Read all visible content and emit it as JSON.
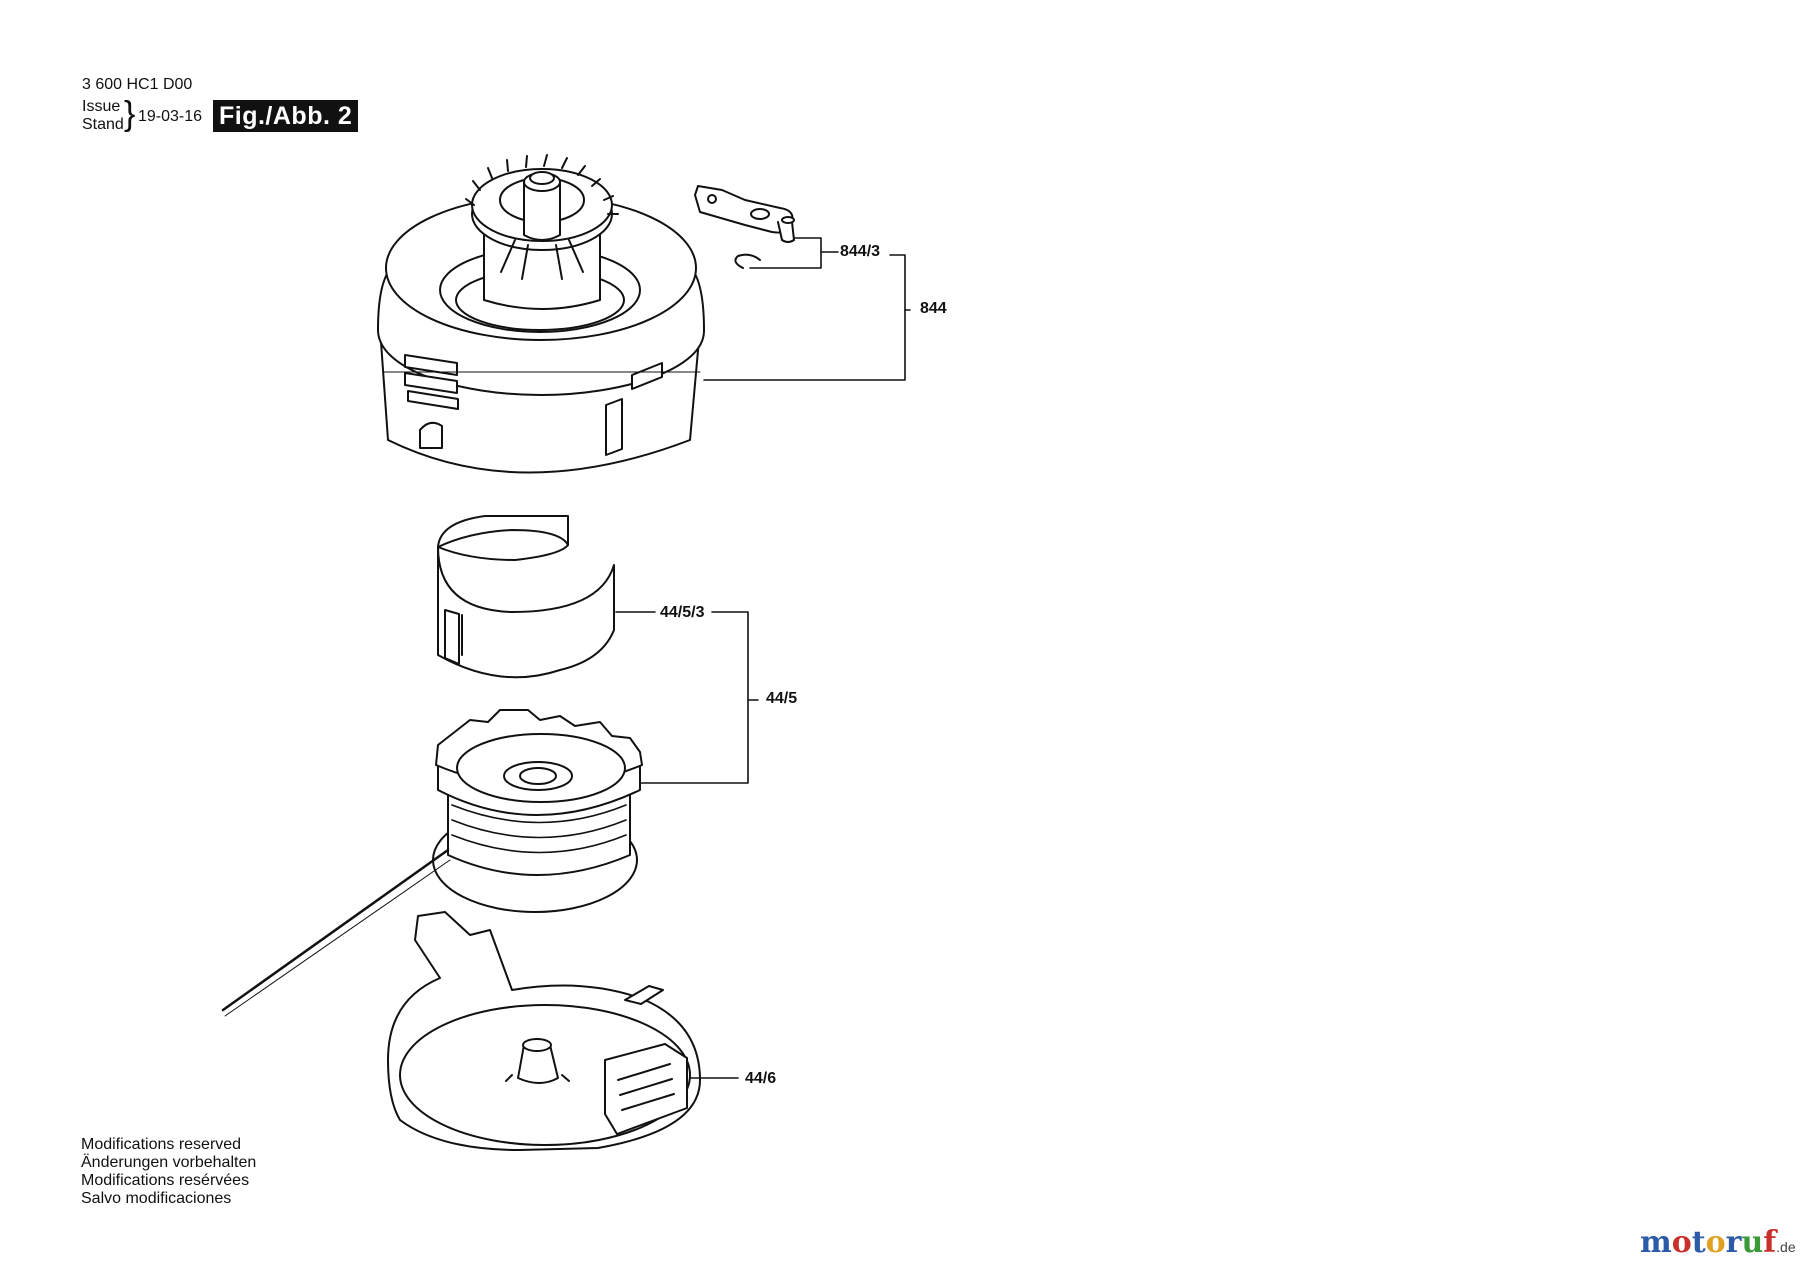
{
  "header": {
    "doc_number": "3 600 HC1 D00",
    "issue_label": "Issue",
    "stand_label": "Stand",
    "brace": "}",
    "date": "19-03-16",
    "figure_label": "Fig./Abb. 2"
  },
  "callouts": {
    "p844_3": "844/3",
    "p844": "844",
    "p44_5_3": "44/5/3",
    "p44_5": "44/5",
    "p44_6": "44/6"
  },
  "notice": {
    "line1": "Modifications reserved",
    "line2": "Änderungen vorbehalten",
    "line3": "Modifications resérvées",
    "line4": "Salvo modificaciones"
  },
  "brand": {
    "letters": [
      "m",
      "o",
      "t",
      "o",
      "r",
      "u",
      "f"
    ],
    "letter_colors": [
      "#2a5aa8",
      "#c9302c",
      "#2a5aa8",
      "#e0a020",
      "#2a5aa8",
      "#3a9a3a",
      "#c9302c"
    ],
    "suffix": ".de"
  },
  "colors": {
    "line": "#111111",
    "fill": "#ffffff"
  }
}
